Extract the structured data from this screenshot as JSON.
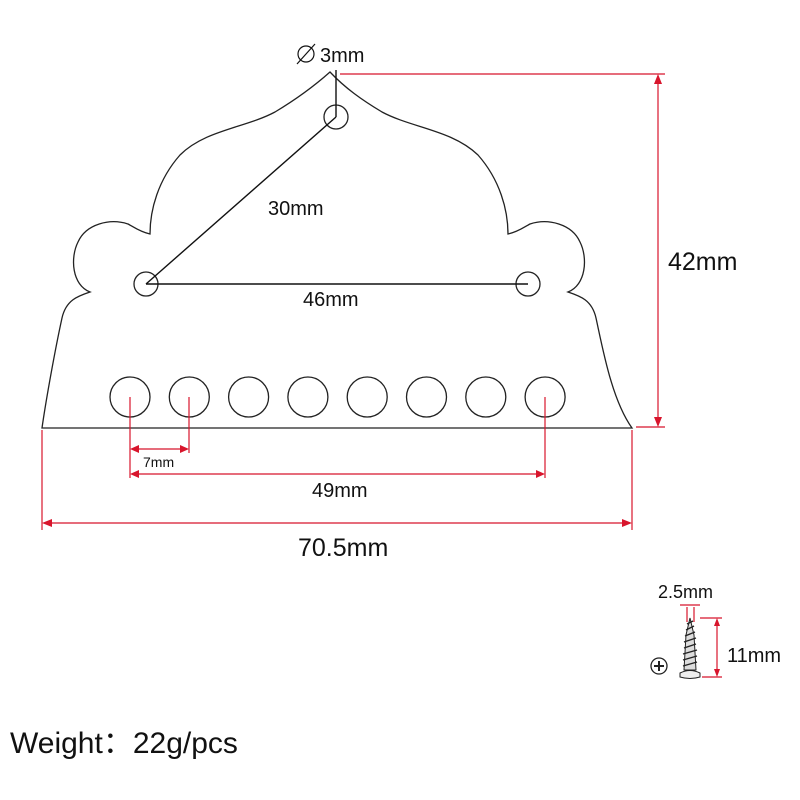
{
  "dimensions": {
    "hole_diameter": "3mm",
    "diagonal_spacing": "30mm",
    "mount_spacing": "46mm",
    "height": "42mm",
    "string_spacing": "7mm",
    "string_span": "49mm",
    "total_width": "70.5mm",
    "screw_diameter": "2.5mm",
    "screw_length": "11mm"
  },
  "weight": {
    "label": "Weight：22g/pcs"
  },
  "colors": {
    "dimension_line": "#d8152c",
    "outline": "#222222"
  }
}
